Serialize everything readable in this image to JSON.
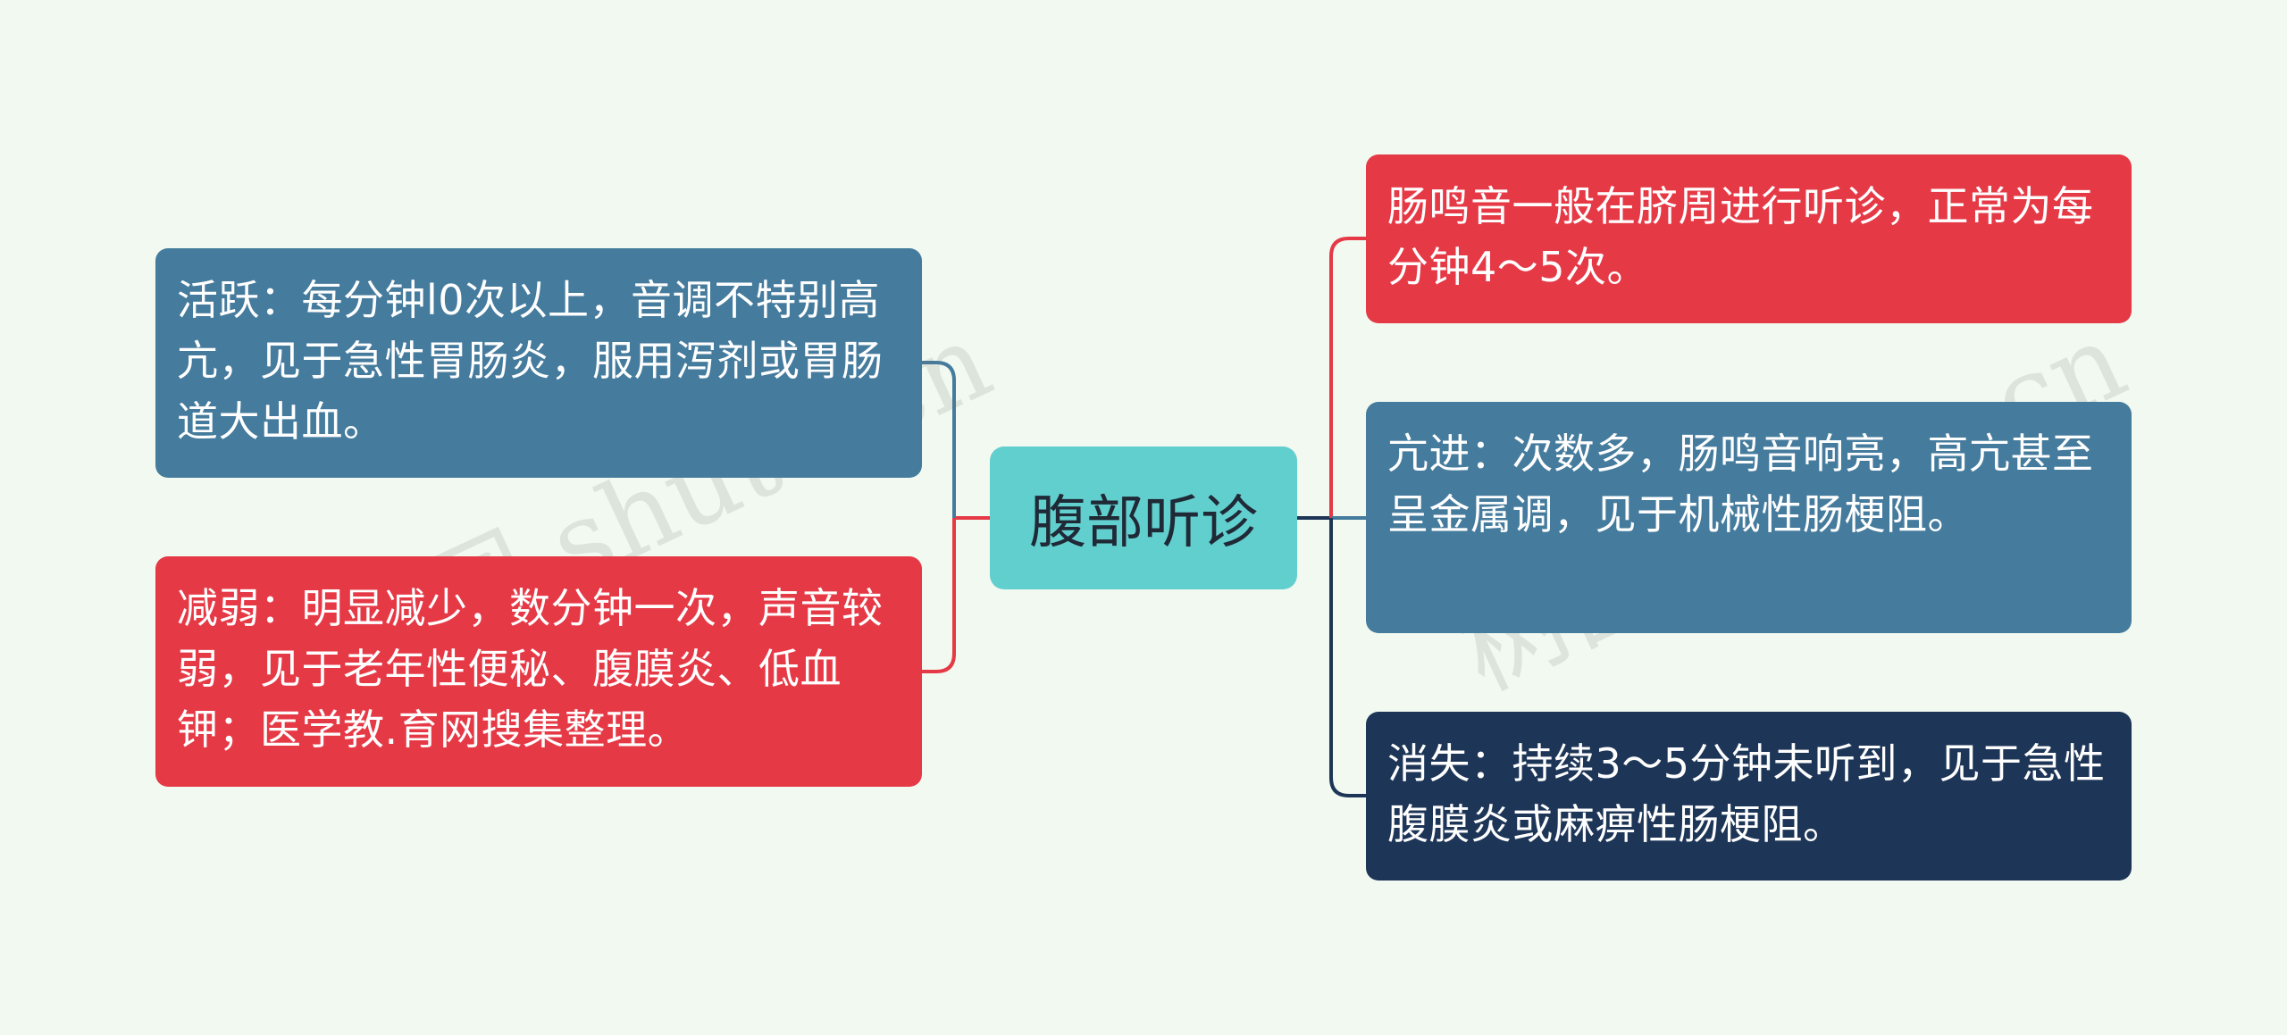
{
  "center": {
    "label": "腹部听诊",
    "color": "#62cfcf"
  },
  "left_nodes": [
    {
      "text": "活跃：每分钟l0次以上，音调不特别高亢，见于急性胃肠炎，服用泻剂或胃肠道大出血。",
      "color": "#457b9d"
    },
    {
      "text": "减弱：明显减少，数分钟一次，声音较弱，见于老年性便秘、腹膜炎、低血钾；医学教.育网搜集整理。",
      "color": "#e63946"
    }
  ],
  "right_nodes": [
    {
      "text": "肠鸣音一般在脐周进行听诊，正常为每分钟4～5次。",
      "color": "#e63946"
    },
    {
      "text": "亢进：次数多，肠鸣音响亮，高亢甚至呈金属调，见于机械性肠梗阻。",
      "color": "#457b9d"
    },
    {
      "text": "消失：持续3～5分钟未听到，见于急性腹膜炎或麻痹性肠梗阻。",
      "color": "#1d3557"
    }
  ],
  "watermarks": [
    "树图 shutu.cn",
    "树图 shutu.cn"
  ],
  "colors": {
    "background": "#f1f9f0",
    "connector_red": "#e63946",
    "connector_blue": "#457b9d",
    "connector_navy": "#1d3557"
  }
}
